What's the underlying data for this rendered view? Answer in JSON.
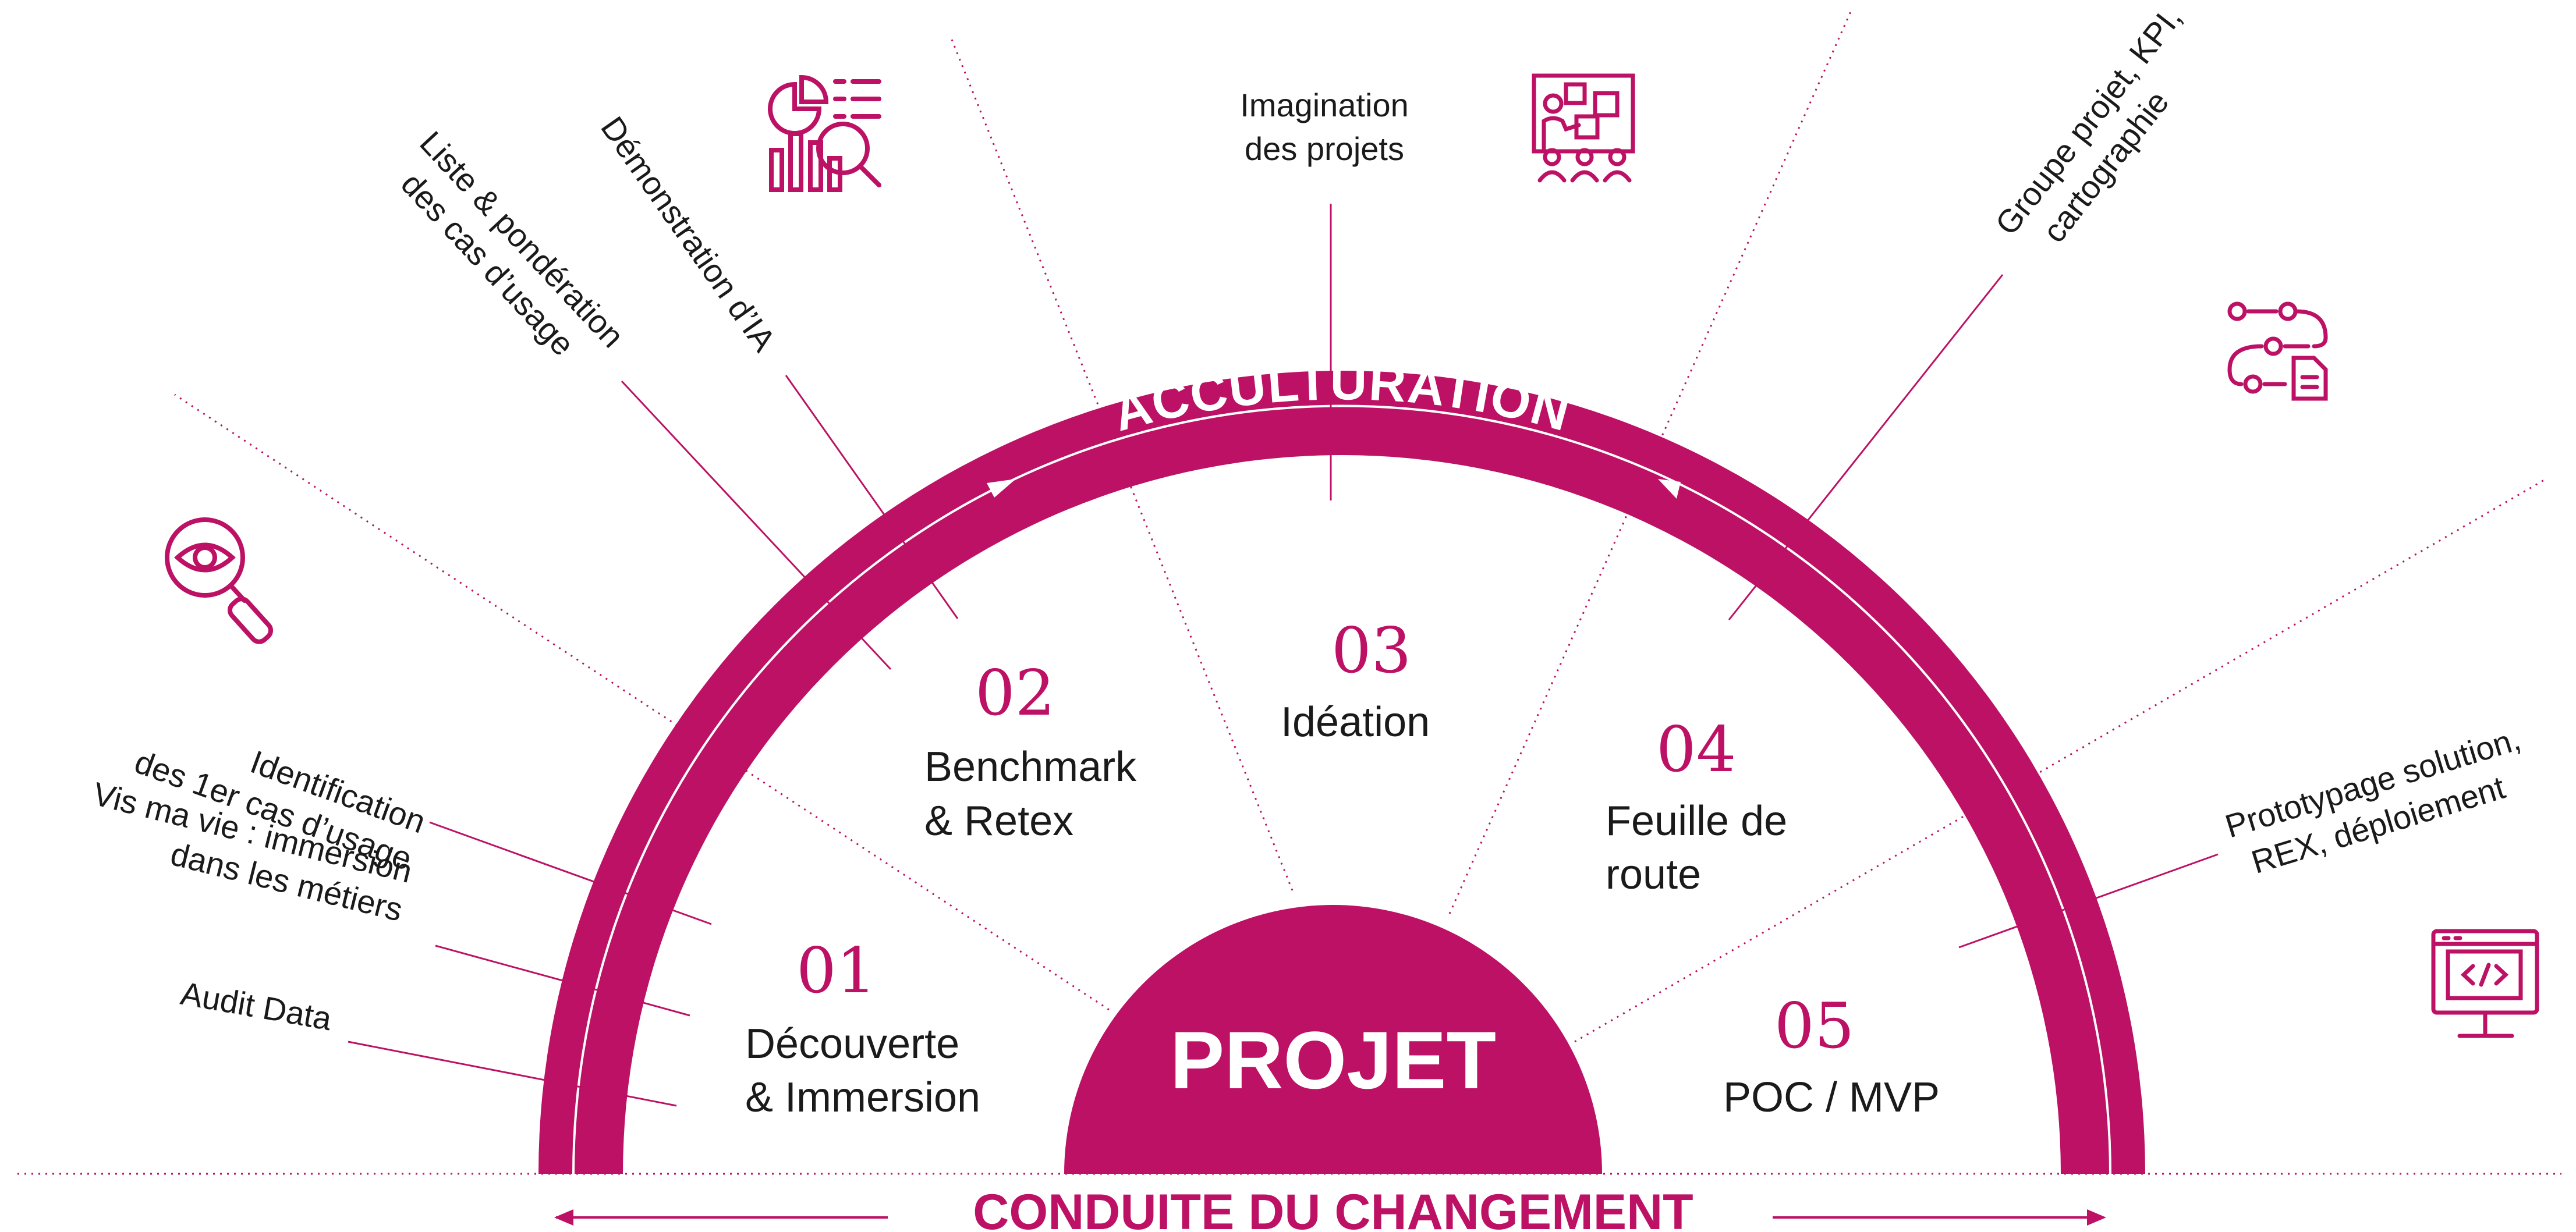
{
  "colors": {
    "accent": "#bc1164",
    "text": "#1a1a1a",
    "background": "#ffffff"
  },
  "center": {
    "label": "PROJET"
  },
  "arc": {
    "label": "ACCULTURATION"
  },
  "bottom": {
    "label": "CONDUITE DU CHANGEMENT"
  },
  "phases": [
    {
      "number": "01",
      "line1": "Découverte",
      "line2": "& Immersion"
    },
    {
      "number": "02",
      "line1": "Benchmark",
      "line2": "& Retex"
    },
    {
      "number": "03",
      "line1": "Idéation",
      "line2": ""
    },
    {
      "number": "04",
      "line1": "Feuille de",
      "line2": "route"
    },
    {
      "number": "05",
      "line1": "POC / MVP",
      "line2": ""
    }
  ],
  "annotations": [
    {
      "line1": "Identification",
      "line2": "des 1er cas d’usage"
    },
    {
      "line1": "Vis ma vie : immersion",
      "line2": "dans les métiers"
    },
    {
      "line1": "Audit Data",
      "line2": ""
    },
    {
      "line1": "Liste & pondération",
      "line2": "des cas d’usage"
    },
    {
      "line1": "Démonstration d’IA",
      "line2": ""
    },
    {
      "line1": "Imagination",
      "line2": "des projets"
    },
    {
      "line1": "Groupe projet, KPI,",
      "line2": "cartographie"
    },
    {
      "line1": "Prototypage solution,",
      "line2": "REX, déploiement"
    }
  ],
  "icons": [
    "eye-search-icon",
    "analytics-magnifier-icon",
    "presentation-board-icon",
    "workflow-document-icon",
    "code-monitor-icon"
  ]
}
